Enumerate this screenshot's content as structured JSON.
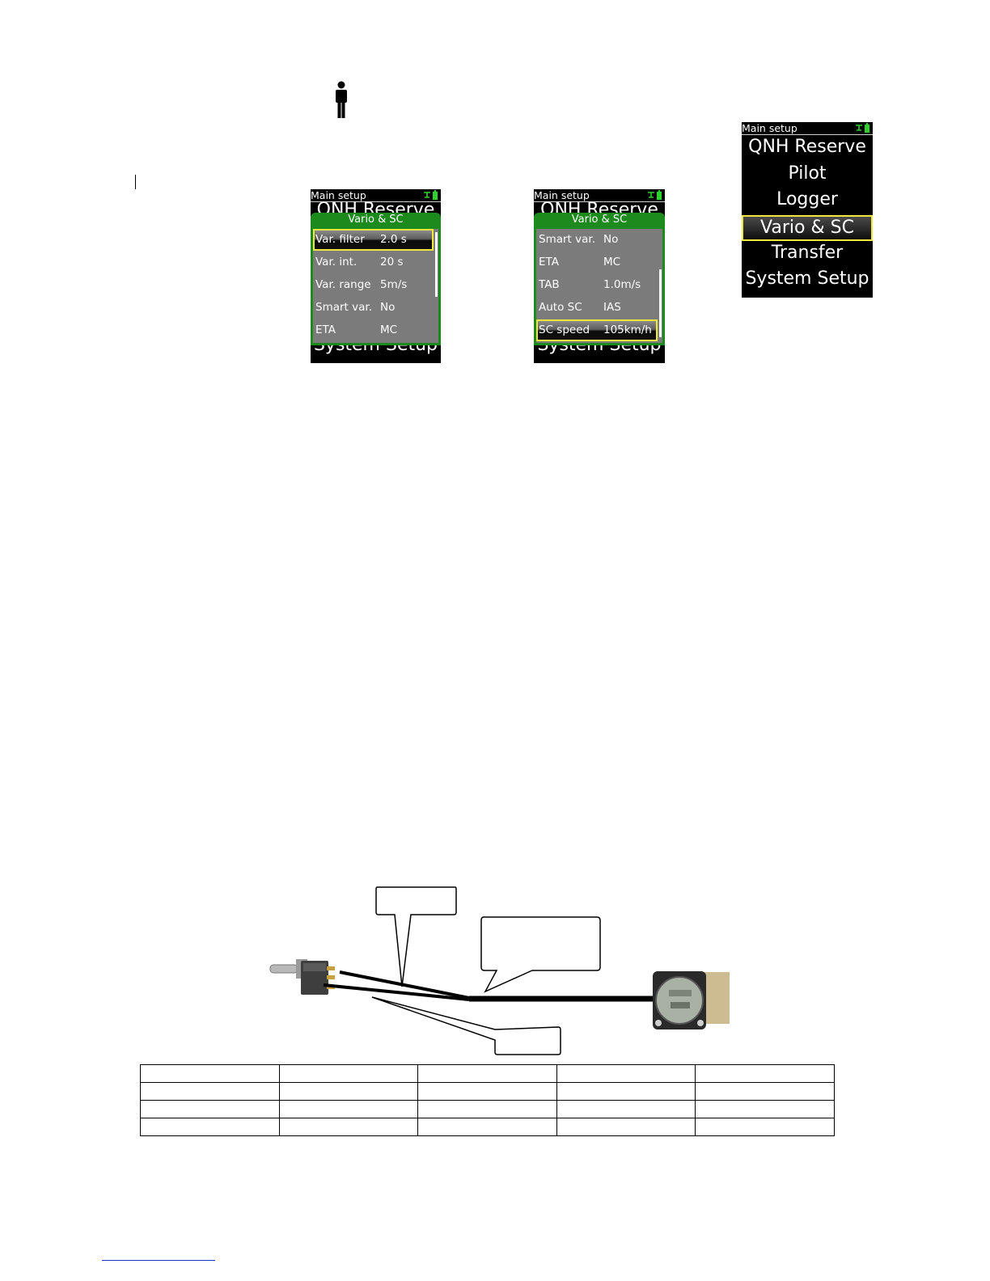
{
  "menu_screen": {
    "title": "Main setup",
    "items": [
      "QNH Reserve",
      "Pilot",
      "Logger",
      "Vario & SC",
      "Transfer",
      "System Setup"
    ],
    "selected_index": 3
  },
  "popup_left": {
    "title": "Main setup",
    "under_top": "QNH Reserve",
    "under_bottom": "System Setup",
    "popup_title": "Vario & SC",
    "rows": [
      {
        "label": "Var. filter",
        "value": "2.0 s"
      },
      {
        "label": "Var. int.",
        "value": "20 s"
      },
      {
        "label": "Var. range",
        "value": "5m/s"
      },
      {
        "label": "Smart var.",
        "value": "No"
      },
      {
        "label": "ETA",
        "value": "MC"
      }
    ],
    "selected_index": 0
  },
  "popup_right": {
    "title": "Main setup",
    "under_top": "QNH Reserve",
    "under_bottom": "System Setup",
    "popup_title": "Vario & SC",
    "rows": [
      {
        "label": "Smart var.",
        "value": "No"
      },
      {
        "label": "ETA",
        "value": "MC"
      },
      {
        "label": "TAB",
        "value": "1.0m/s"
      },
      {
        "label": "Auto SC",
        "value": "IAS"
      },
      {
        "label": "SC speed",
        "value": "105km/h"
      }
    ],
    "selected_index": 4
  },
  "icons": {
    "pilot": "pilot-person-icon",
    "battery": "battery-icon",
    "glider": "glider-status-icon"
  },
  "colors": {
    "selection_border": "#f0e63c",
    "popup_green": "#1d8a1d",
    "link": "#1a36c9"
  },
  "table": {
    "rows": [
      [
        "",
        "",
        "",
        "",
        ""
      ],
      [
        "",
        "",
        "",
        "",
        ""
      ],
      [
        "",
        "",
        "",
        "",
        ""
      ],
      [
        "",
        "",
        "",
        "",
        ""
      ]
    ]
  },
  "link": {
    "text": ""
  }
}
